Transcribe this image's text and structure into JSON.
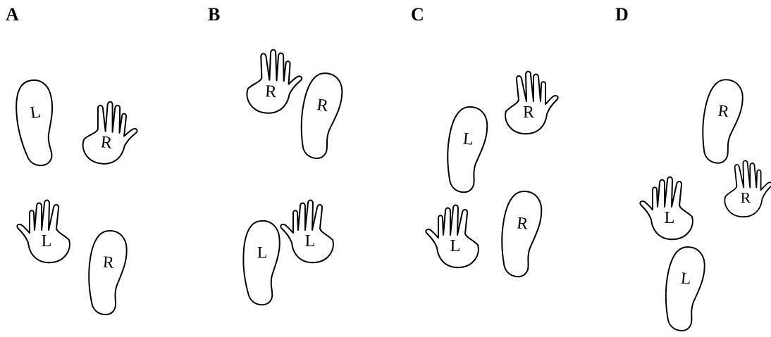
{
  "panels": [
    {
      "label": "A",
      "prints": [
        {
          "kind": "foot",
          "letter": "L"
        },
        {
          "kind": "hand",
          "letter": "R"
        },
        {
          "kind": "hand",
          "letter": "L"
        },
        {
          "kind": "foot",
          "letter": "R"
        }
      ]
    },
    {
      "label": "B",
      "prints": [
        {
          "kind": "hand",
          "letter": "R"
        },
        {
          "kind": "foot",
          "letter": "R"
        },
        {
          "kind": "foot",
          "letter": "L"
        },
        {
          "kind": "hand",
          "letter": "L"
        }
      ]
    },
    {
      "label": "C",
      "prints": [
        {
          "kind": "hand",
          "letter": "R"
        },
        {
          "kind": "foot",
          "letter": "L"
        },
        {
          "kind": "hand",
          "letter": "L"
        },
        {
          "kind": "foot",
          "letter": "R"
        }
      ]
    },
    {
      "label": "D",
      "prints": [
        {
          "kind": "foot",
          "letter": "R"
        },
        {
          "kind": "hand",
          "letter": "R"
        },
        {
          "kind": "hand",
          "letter": "L"
        },
        {
          "kind": "foot",
          "letter": "L"
        }
      ]
    }
  ]
}
